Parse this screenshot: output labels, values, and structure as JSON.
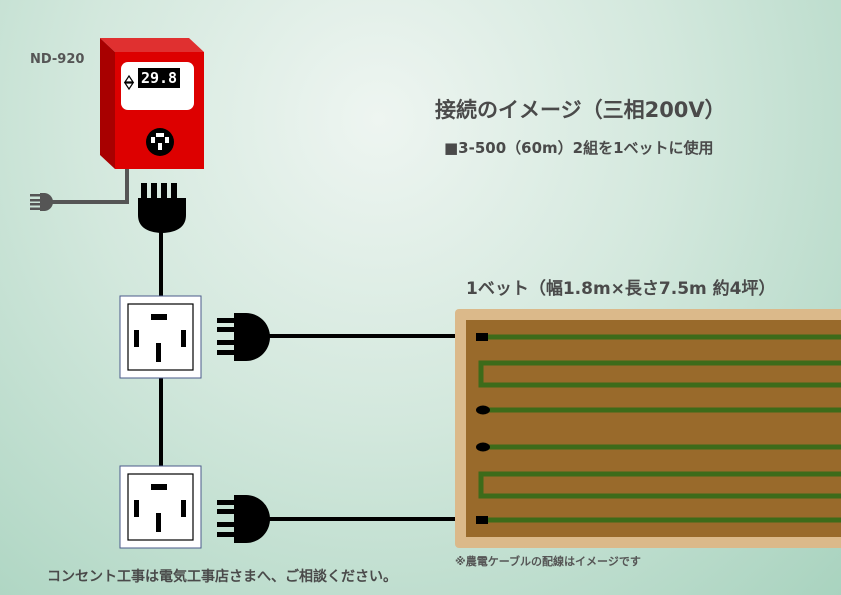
{
  "title": "接続のイメージ（三相200V）",
  "subtitle": "■3-500（60m）2組を1ベットに使用",
  "controller": {
    "model": "ND-920",
    "display_value": "29.8"
  },
  "bed": {
    "label": "1ベット（幅1.8m×長さ7.5m  約4坪）",
    "note": "※農電ケーブルの配線はイメージです"
  },
  "footer": "コンセント工事は電気工事店さまへ、ご相談ください。",
  "colors": {
    "controller": "#dd0000",
    "bed_border": "#dbb98a",
    "soil": "#996a2b",
    "cable": "#3d6b1a"
  }
}
